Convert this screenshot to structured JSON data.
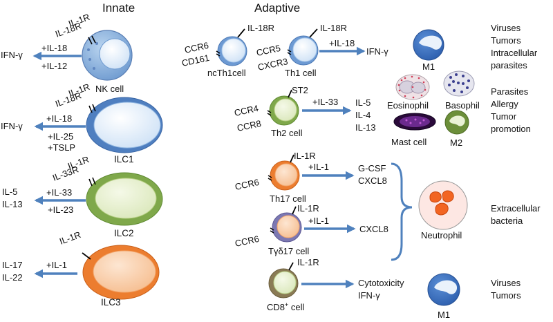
{
  "headings": {
    "innate": "Innate",
    "adaptive": "Adaptive"
  },
  "colors": {
    "arrow": "#4f81bd",
    "cell_blue": "#9fc4ea",
    "cell_blue_light": "#dbe9f8",
    "cell_green": "#8db356",
    "cell_green_light": "#e4eec9",
    "cell_orange": "#ec7d2f",
    "cell_orange_light": "#fbd3b0",
    "cell_purple": "#7c78b2",
    "cell_brown": "#8a7b55",
    "neutrophil_nucleus": "#f26522"
  },
  "innate": {
    "nk": {
      "receptors": [
        "IL-1R",
        "IL-18R"
      ],
      "signals": [
        "+IL-18",
        "+IL-12"
      ],
      "output": [
        "IFN-γ"
      ],
      "name": "NK cell"
    },
    "ilc1": {
      "receptors": [
        "IL-1R",
        "IL-18R"
      ],
      "signals": [
        "+IL-18",
        "+IL-25",
        "+TSLP"
      ],
      "output": [
        "IFN-γ"
      ],
      "name": "ILC1"
    },
    "ilc2": {
      "receptors": [
        "IL-1R",
        "IL-33R"
      ],
      "signals": [
        "+IL-33",
        "+IL-23"
      ],
      "output": [
        "IL-5",
        "IL-13"
      ],
      "name": "ILC2"
    },
    "ilc3": {
      "receptors": [
        "IL-1R"
      ],
      "signals": [
        "+IL-1"
      ],
      "output": [
        "IL-17",
        "IL-22"
      ],
      "name": "ILC3"
    }
  },
  "adaptive": {
    "ncth1": {
      "receptor": "IL-18R",
      "markers": [
        "CCR6",
        "CD161"
      ],
      "name": "ncTh1cell"
    },
    "th1": {
      "receptor": "IL-18R",
      "markers": [
        "CCR5",
        "CXCR3"
      ],
      "signal": "+IL-18",
      "output": "IFN-γ",
      "name": "Th1 cell"
    },
    "th2": {
      "receptor": "ST2",
      "markers": [
        "CCR4",
        "CCR8"
      ],
      "signal": "+IL-33",
      "output": [
        "IL-5",
        "IL-4",
        "IL-13"
      ],
      "name": "Th2 cell"
    },
    "th17": {
      "receptor": "IL-1R",
      "marker": "CCR6",
      "signal": "+IL-1",
      "output": [
        "G-CSF",
        "CXCL8"
      ],
      "name": "Th17 cell"
    },
    "tgd17": {
      "receptor": "IL-1R",
      "marker": "CCR6",
      "signal": "+IL-1",
      "output": [
        "CXCL8"
      ],
      "name": "Tγδ17 cell"
    },
    "cd8": {
      "receptor": "IL-1R",
      "output": [
        "Cytotoxicity",
        "IFN-γ"
      ],
      "name": "CD8",
      "name_sup": "+",
      "name_suffix": " cell"
    }
  },
  "effectors": {
    "m1_top": "M1",
    "eosinophil": "Eosinophil",
    "basophil": "Basophil",
    "mast_cell": "Mast cell",
    "m2": "M2",
    "neutrophil": "Neutrophil",
    "m1_bottom": "M1"
  },
  "targets": {
    "group1": [
      "Viruses",
      "Tumors",
      "Intracellular",
      "parasites"
    ],
    "group2": [
      "Parasites",
      "Allergy",
      "Tumor",
      "promotion"
    ],
    "group3": [
      "Extracellular",
      "bacteria"
    ],
    "group4": [
      "Viruses",
      "Tumors"
    ]
  }
}
